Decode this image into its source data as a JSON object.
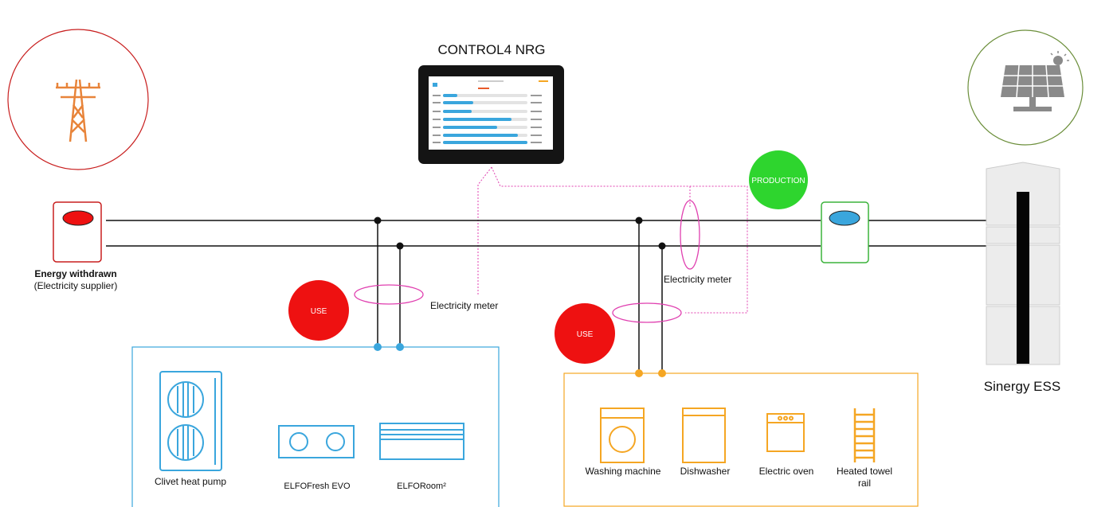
{
  "title": "CONTROL4 NRG",
  "grid": {
    "label_bold": "Energy withdrawn",
    "label_sub": "(Electricity supplier)"
  },
  "ess_label": "Sinergy ESS",
  "badges": {
    "production": "PRODUCTION",
    "use_left": "USE",
    "use_right": "USE"
  },
  "meters": {
    "left": "Electricity meter",
    "right": "Electricity meter"
  },
  "left_group": {
    "items": [
      "Clivet heat pump",
      "ELFOFresh EVO",
      "ELFORoom²"
    ]
  },
  "right_group": {
    "items": [
      "Washing machine",
      "Dishwasher",
      "Electric oven",
      "Heated towel",
      "rail"
    ]
  },
  "colors": {
    "grid_red": "#c81e1e",
    "solar_green": "#6b8e3a",
    "production_green": "#2ed52e",
    "use_red": "#ee1111",
    "blue": "#3aa6dd",
    "orange": "#f5a623",
    "magenta": "#e040b0"
  }
}
